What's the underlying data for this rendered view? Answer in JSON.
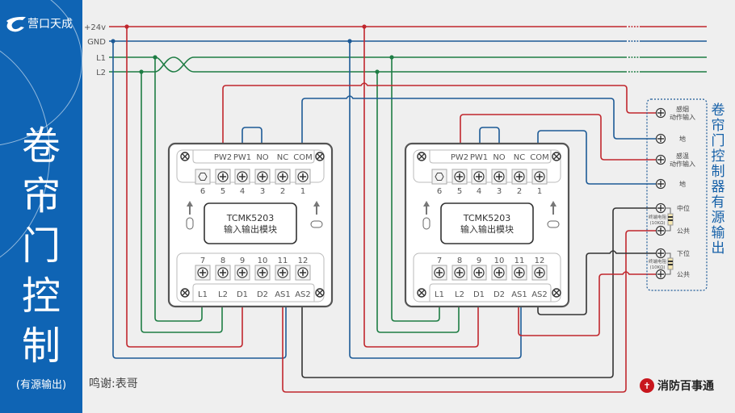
{
  "brand": {
    "name": "营口天成"
  },
  "sidebar": {
    "title_chars": [
      "卷",
      "帘",
      "门",
      "控",
      "制"
    ],
    "subtitle": "(有源输出)"
  },
  "bus": {
    "labels": [
      "+24v",
      "GND",
      "L1",
      "L2"
    ],
    "colors": {
      "power": "#c0272d",
      "gnd": "#1d5a96",
      "line": "#1e7d44",
      "black": "#333333"
    }
  },
  "modules": [
    {
      "model": "TCMK5203",
      "name": "输入输出模块",
      "top_terminals": {
        "labels": [
          "PW2",
          "PW1",
          "NO",
          "NC",
          "COM"
        ],
        "numbers": [
          "6",
          "5",
          "4",
          "3",
          "2",
          "1"
        ]
      },
      "bottom_terminals": {
        "numbers": [
          "7",
          "8",
          "9",
          "10",
          "11",
          "12"
        ],
        "labels": [
          "L1",
          "L2",
          "D1",
          "D2",
          "AS1",
          "AS2"
        ]
      }
    },
    {
      "model": "TCMK5203",
      "name": "输入输出模块",
      "top_terminals": {
        "labels": [
          "PW2",
          "PW1",
          "NO",
          "NC",
          "COM"
        ],
        "numbers": [
          "6",
          "5",
          "4",
          "3",
          "2",
          "1"
        ]
      },
      "bottom_terminals": {
        "numbers": [
          "7",
          "8",
          "9",
          "10",
          "11",
          "12"
        ],
        "labels": [
          "L1",
          "L2",
          "D1",
          "D2",
          "AS1",
          "AS2"
        ]
      }
    }
  ],
  "controller": {
    "title": "卷帘门控制器有源输出",
    "terminals": [
      {
        "label": "感烟",
        "label2": "动作输入"
      },
      {
        "label": "地",
        "label2": ""
      },
      {
        "label": "感温",
        "label2": "动作输入"
      },
      {
        "label": "地",
        "label2": ""
      },
      {
        "label": "中位",
        "label2": ""
      },
      {
        "label": "公共",
        "label2": ""
      },
      {
        "label": "下位",
        "label2": ""
      },
      {
        "label": "公共",
        "label2": ""
      }
    ],
    "resistor_label": "终端电阻",
    "resistor_value": "(10KΩ)"
  },
  "footer": {
    "thanks": "鸣谢:表哥",
    "logo_text": "消防百事通"
  }
}
